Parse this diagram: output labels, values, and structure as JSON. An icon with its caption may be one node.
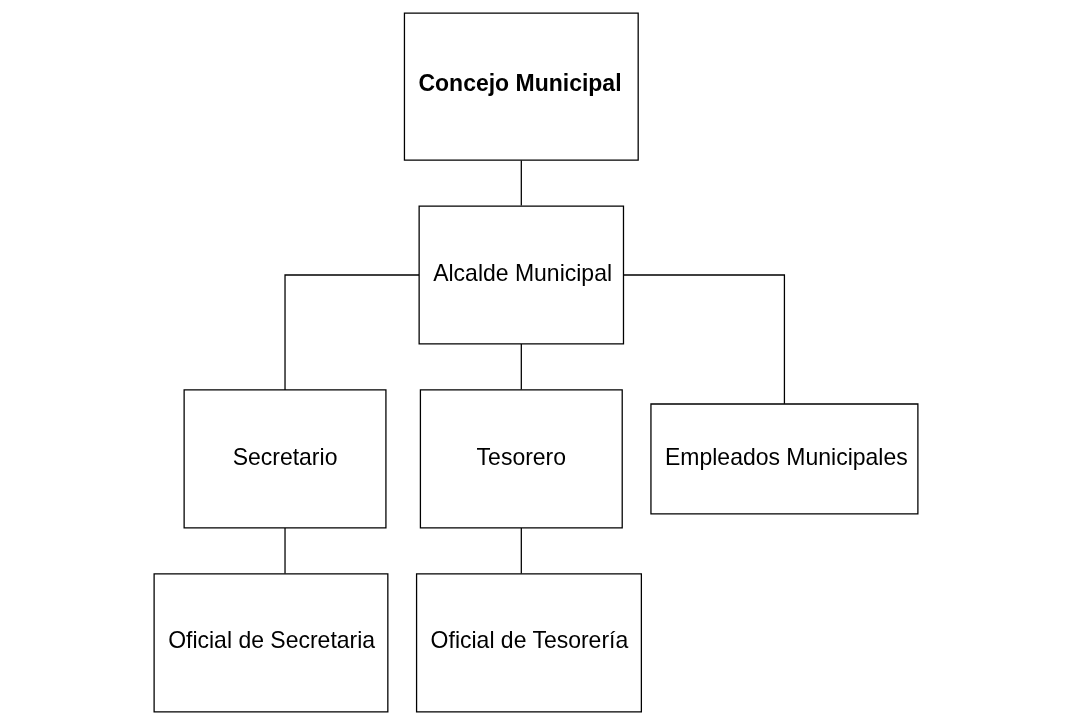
{
  "diagram": {
    "nodes": [
      {
        "text": [
          "Concejo Municipal"
        ]
      },
      {
        "text": [
          "Alcalde Municipal"
        ]
      },
      {
        "text": [
          "Secretario"
        ]
      },
      {
        "text": [
          "Tesorero"
        ]
      },
      {
        "text": [
          "Empleados Municipales"
        ]
      },
      {
        "text": [
          "Oficial de Secretaria"
        ]
      },
      {
        "text": [
          "Oficial de Tesorería"
        ]
      }
    ],
    "edges": [
      {
        "from": 0,
        "to": 1,
        "arrow": "none"
      },
      {
        "from": 1,
        "to": 2,
        "arrow": "none"
      },
      {
        "from": 1,
        "to": 3,
        "arrow": "none"
      },
      {
        "from": 1,
        "to": 4,
        "arrow": "none"
      },
      {
        "from": 2,
        "to": 5,
        "arrow": "none"
      },
      {
        "from": 3,
        "to": 6,
        "arrow": "none"
      }
    ]
  }
}
